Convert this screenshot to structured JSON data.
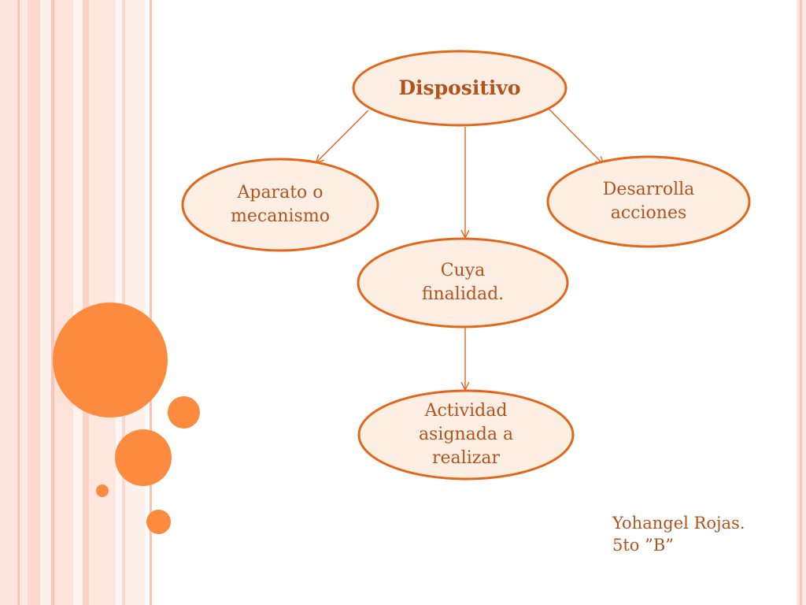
{
  "diagram": {
    "root": "Dispositivo",
    "nodes": {
      "aparato": "Aparato o\nmecanismo",
      "desarrolla": "Desarrolla\nacciones",
      "cuya": "Cuya\nfinalidad.",
      "actividad": "Actividad\nasignada a\nrealizar"
    }
  },
  "author": {
    "name": "Yohangel Rojas.",
    "grade": "5to ”B”"
  },
  "colors": {
    "accent": "#fd8b3f",
    "node_border": "#e2671d",
    "node_fill": "#fdeee4",
    "text": "#b2531c"
  }
}
